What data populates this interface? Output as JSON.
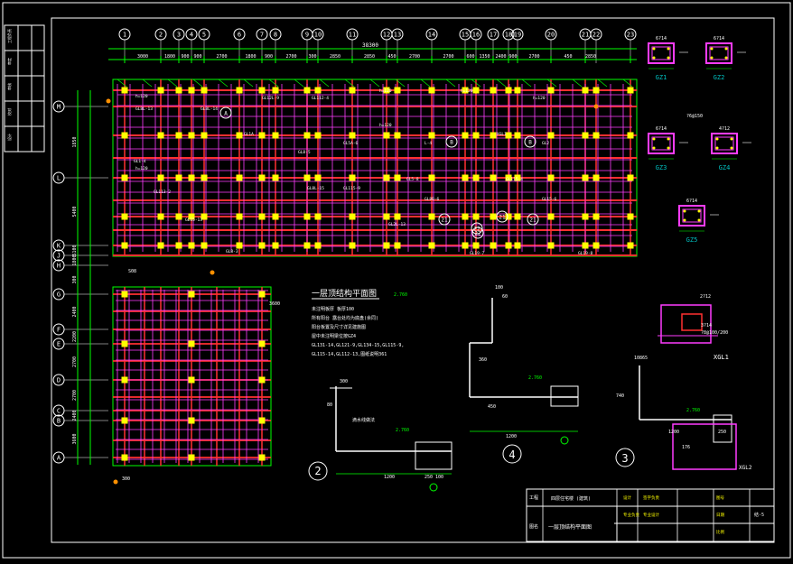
{
  "colors": {
    "background": "#000000",
    "frame": "#ffffff",
    "axis": "#ffffff",
    "dimension": "#00ff00",
    "beam": "#ff3030",
    "slab": "#ff3cff",
    "column": "#ffff00",
    "text": "#ffffff",
    "note": "#ffffff",
    "teal": "#00c0c0",
    "orange": "#ff9000"
  },
  "axes": {
    "top": [
      "1",
      "2",
      "3",
      "4",
      "5",
      "6",
      "7",
      "8",
      "9",
      "10",
      "11",
      "12",
      "13",
      "14",
      "15",
      "16",
      "17",
      "18",
      "19",
      "20",
      "21",
      "22",
      "23"
    ],
    "left": [
      "M",
      "L",
      "K",
      "J",
      "H",
      "G",
      "F",
      "E",
      "D",
      "C",
      "B",
      "A"
    ]
  },
  "dims": {
    "overall_top": "38300",
    "top_row": [
      "3000",
      "1800",
      "900",
      "900",
      "2700",
      "1800",
      "900",
      "2700",
      "300",
      "2850",
      "2850",
      "450",
      "2700",
      "2700",
      "600",
      "1350",
      "2400",
      "900",
      "2700",
      "450",
      "2850"
    ],
    "left_col": [
      "1850",
      "5400",
      "5100",
      "1800",
      "300",
      "2400",
      "2200",
      "2700",
      "2700",
      "2400",
      "3600"
    ]
  },
  "plan": {
    "title": "一层顶结构平面图",
    "notes": [
      "未注明板厚 板厚100",
      "所有阳台 露台处均为底盘(余同)",
      "阳台板置及尺寸详见建施图",
      "屋中未注明梁位按GZ4",
      "GL131-14,GL121-9,GL134-15,GL115-9,",
      "GL115-14,GL112-13,图纸说明361"
    ]
  },
  "beam_labels": [
    "GL8L-13",
    "GL8L-14",
    "GL12L-9",
    "GL112-4",
    "GL1A",
    "GL8-5",
    "GL5A-6",
    "GL5-8",
    "L-4",
    "XGL1",
    "GL2",
    "GL1-4",
    "GL113-2",
    "GL15-13",
    "GL8-3",
    "GL8L-15",
    "GL115-9",
    "GL2L-13",
    "GL8B-6",
    "GL19-7",
    "GL115-4",
    "GL15-6",
    "GL19-8"
  ],
  "slab_labels": [
    "h=120",
    "h=120",
    "h=120",
    "h=120",
    "h=120",
    "h=120"
  ],
  "circles": [
    "21",
    "22",
    "21",
    "22",
    "21",
    "B",
    "B",
    "A",
    "2",
    "4",
    "3"
  ],
  "columns": {
    "labels": [
      "GZ1",
      "GZ2",
      "GZ3",
      "GZ4",
      "GZ5"
    ],
    "rebar": [
      "6?14",
      "6?14",
      "6?14",
      "4?12",
      "6?14"
    ],
    "stirrup": "?6@150"
  },
  "xgl": {
    "xgl1": "XGL1",
    "xgl2": "XGL2",
    "rebar_a": "2?12",
    "rebar_b": "3?14",
    "stirrup": "?8@100/200"
  },
  "sections": {
    "s2": {
      "dims": [
        "300",
        "80",
        "1200",
        "250",
        "100"
      ],
      "tag": "2"
    },
    "s4": {
      "dims": [
        "100",
        "60",
        "360",
        "1200",
        "450"
      ],
      "tag": "4"
    },
    "s3": {
      "dims": [
        "10865",
        "740",
        "1200",
        "176",
        "250"
      ],
      "tag": "3"
    }
  },
  "sidebar": {
    "rows": [
      "工程负责",
      "审定",
      "审核",
      "校对",
      "设计"
    ]
  },
  "titleblock": {
    "project_label": "工程",
    "project": "四层住宅楼 (建筑)",
    "drawing_label": "图名",
    "drawing": "一层顶结构平面图",
    "r1": [
      "设计",
      "签字负责",
      "图号"
    ],
    "r2": [
      "专业负责",
      "专业设计"
    ],
    "sheet_no": "结-5",
    "date_label": "日期",
    "scale_label": "比例"
  },
  "annotations": {
    "dim_2760_a": "2.760",
    "dim_2760_b": "2.760",
    "dim_2760_c": "2.760",
    "dim_2760_d": "2.760",
    "label_3600": "3600",
    "label_300": "300",
    "label_s08": "S08",
    "tiles": "滴水线做法"
  }
}
